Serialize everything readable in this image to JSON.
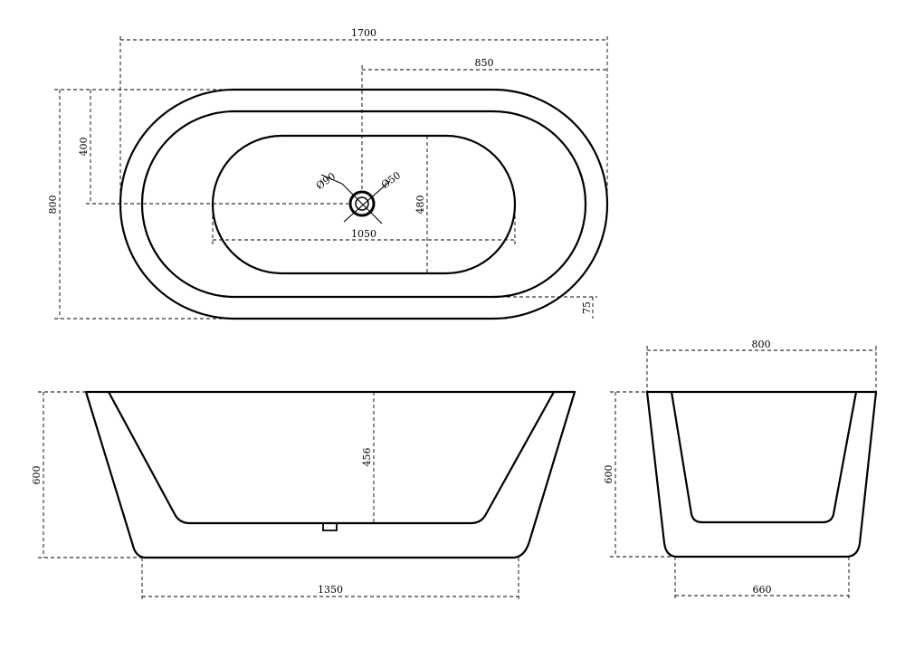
{
  "top_view": {
    "overall_length": "1700",
    "half_length": "850",
    "overall_width": "800",
    "half_width": "400",
    "inner_length": "1050",
    "inner_width": "480",
    "drain_outer": "Ø90",
    "drain_inner": "Ø50",
    "rim": "75"
  },
  "front_view": {
    "height": "600",
    "inner_depth": "456",
    "base_length": "1350"
  },
  "side_view": {
    "top_width": "800",
    "height": "600",
    "base_width": "660"
  }
}
